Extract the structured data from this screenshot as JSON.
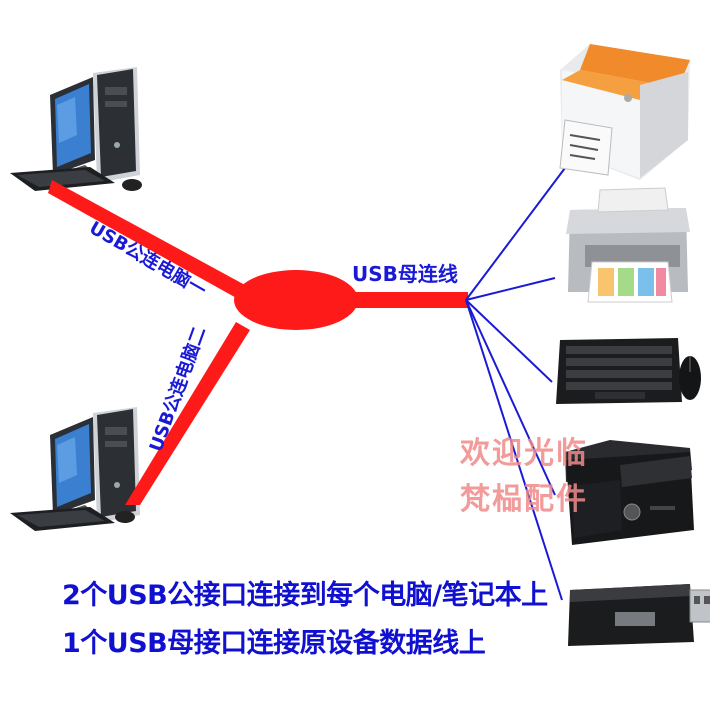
{
  "labels": {
    "male_cable_1": "USB公连电脑一",
    "male_cable_2": "USB公连电脑二",
    "female_cable": "USB母连线"
  },
  "watermark": {
    "line1": "欢迎光临",
    "line2": "梵榀配件"
  },
  "captions": {
    "line1": "2个USB公接口连接到每个电脑/笔记本上",
    "line2": "1个USB母接口连接原设备数据线上"
  },
  "colors": {
    "cable": "#ff1a1a",
    "lines": "#1a1ad6",
    "text": "#1010d0",
    "watermark": "#f08a8a"
  },
  "icons": [
    "desktop-computer-icon",
    "label-printer-icon",
    "inkjet-printer-icon",
    "keyboard-mouse-icon",
    "laser-printer-icon",
    "usb-flash-drive-icon"
  ]
}
